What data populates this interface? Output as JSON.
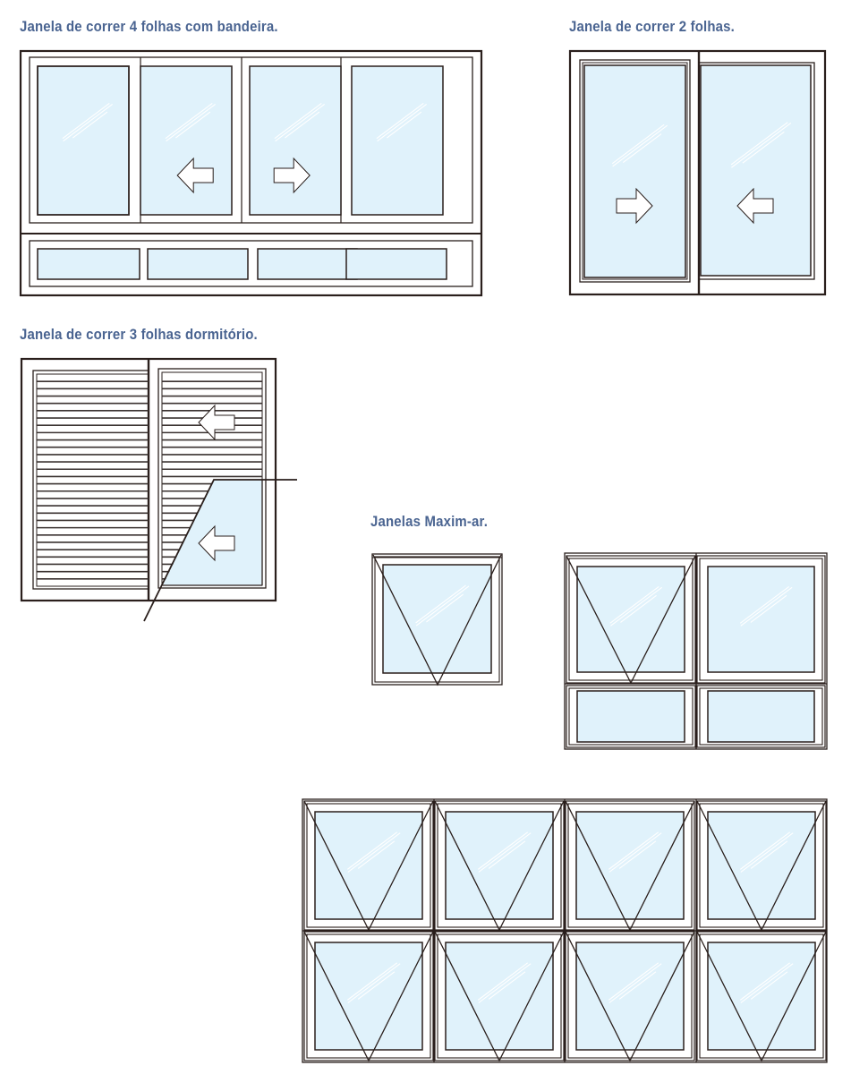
{
  "titles": {
    "four_sash_transom": "Janela de correr 4 folhas com bandeira.",
    "two_sash": "Janela de correr 2 folhas.",
    "three_sash_bedroom": "Janela de correr 3 folhas dormitório.",
    "maxim_ar": "Janelas Maxim-ar."
  },
  "colors": {
    "title": "#4a6491",
    "frame_line": "#2a1f1c",
    "glass": "#e0f2fb",
    "glare": "#ffffff",
    "background": "#ffffff"
  },
  "windows": {
    "four_sash_transom": {
      "sashes": 4,
      "arrows": [
        "none",
        "left",
        "right",
        "none"
      ],
      "transom_panes": 4
    },
    "two_sash": {
      "sashes": 2,
      "arrows": [
        "right",
        "left"
      ]
    },
    "three_sash_bedroom": {
      "louvered_panels": 2,
      "slats_per_panel": 29,
      "arrows": [
        "left",
        "left"
      ],
      "glass_cutaway": true
    },
    "maxim_ar": [
      {
        "cols": 1,
        "rows": 1,
        "opening_rows": [
          0
        ]
      },
      {
        "cols": 2,
        "rows": 2,
        "opening_cells": [
          [
            0,
            0
          ]
        ]
      },
      {
        "cols": 4,
        "rows": 2,
        "opening_cells": "all"
      }
    ]
  }
}
